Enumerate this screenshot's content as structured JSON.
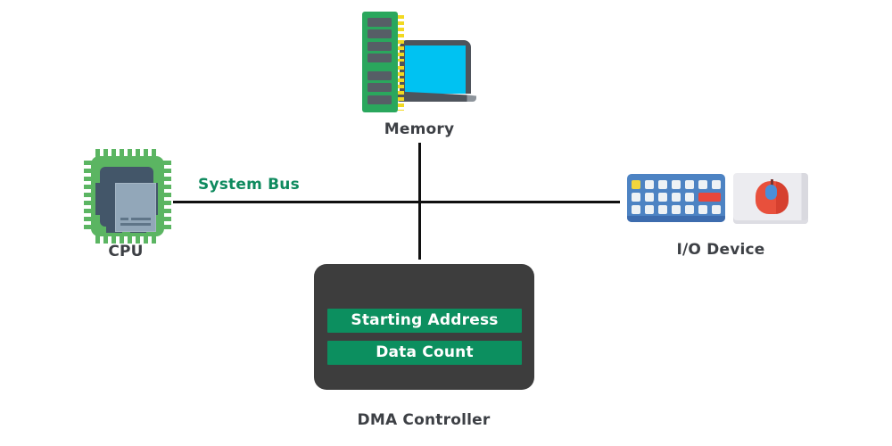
{
  "nodes": {
    "memory": {
      "label": "Memory"
    },
    "cpu": {
      "label": "CPU"
    },
    "io_device": {
      "label": "I/O Device"
    },
    "dma": {
      "label": "DMA Controller",
      "registers": [
        {
          "label": "Starting Address"
        },
        {
          "label": "Data Count"
        }
      ]
    }
  },
  "bus": {
    "label": "System Bus"
  },
  "colors": {
    "background": "#ffffff",
    "bus_line": "#101010",
    "bus_label_green": "#0e8a5e",
    "dma_box": "#3d3d3d",
    "register_bar_green": "#0c8f5f",
    "register_text": "#ffffff",
    "node_label_text": "#3d4045",
    "ram_green": "#2aa75d",
    "ram_pins_yellow": "#f2d921",
    "cpu_green": "#5bb562",
    "laptop_screen_cyan": "#00c2f2",
    "keyboard_blue": "#4d83c3",
    "key_red": "#e8473b",
    "key_yellow": "#f2d53d",
    "mouse_red": "#e8503c"
  }
}
